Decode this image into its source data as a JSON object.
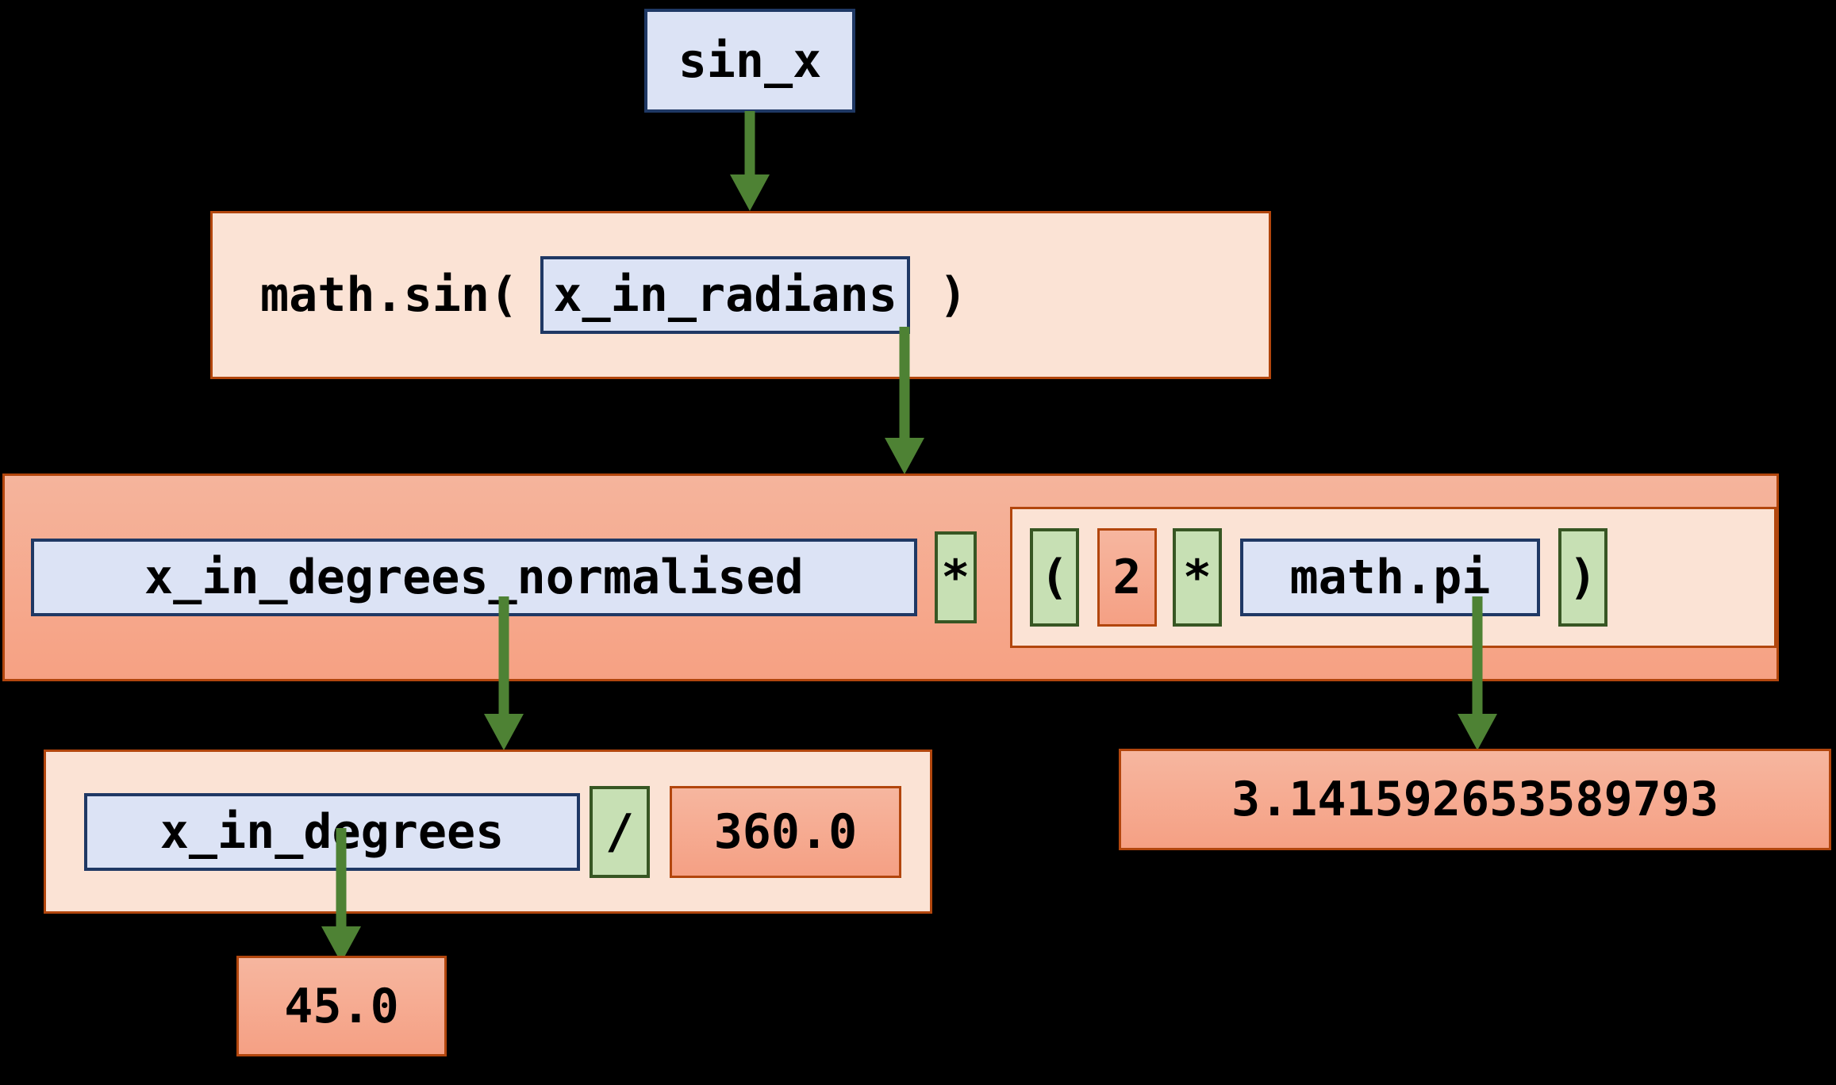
{
  "diagram": {
    "title": "sin_x expression tree",
    "colors": {
      "background": "#000000",
      "variable_fill": "#dce3f5",
      "variable_border": "#1f3864",
      "expression_fill": "#fbe3d5",
      "expression_strong_fill": "#f5a98e",
      "expression_border": "#b2460d",
      "literal_fill": "#f5a88c",
      "literal_border": "#b2460d",
      "operator_fill": "#c7e0b4",
      "operator_border": "#375623",
      "arrow": "#4e8234"
    },
    "nodes": {
      "root_name": "sin_x",
      "sin_call_prefix": "math.sin(",
      "sin_call_suffix": ")",
      "x_in_radians": "x_in_radians",
      "x_in_degrees_normalised": "x_in_degrees_normalised",
      "mul_operator": "*",
      "open_paren": "(",
      "two_literal": "2",
      "mul_operator_2": "*",
      "math_pi": "math.pi",
      "close_paren": ")",
      "x_in_degrees": "x_in_degrees",
      "div_operator": "/",
      "threesixty_literal": "360.0",
      "pi_value": "3.141592653589793",
      "degrees_value": "45.0"
    },
    "edges": [
      {
        "from": "sin_x",
        "to": "math.sin(x_in_radians)"
      },
      {
        "from": "x_in_radians",
        "to": "x_in_degrees_normalised * (2 * math.pi)"
      },
      {
        "from": "x_in_degrees_normalised",
        "to": "x_in_degrees / 360.0"
      },
      {
        "from": "math.pi",
        "to": "3.141592653589793"
      },
      {
        "from": "x_in_degrees",
        "to": "45.0"
      }
    ]
  }
}
